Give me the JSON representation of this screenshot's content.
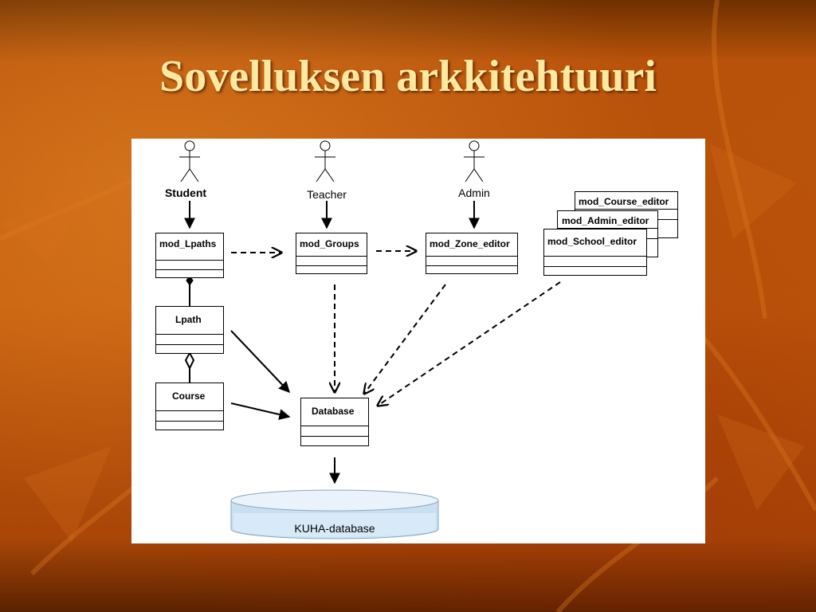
{
  "slide": {
    "title": "Sovelluksen arkkitehtuuri"
  },
  "diagram": {
    "actors": {
      "student": "Student",
      "teacher": "Teacher",
      "admin": "Admin"
    },
    "classes": {
      "mod_lpaths": "mod_Lpaths",
      "mod_groups": "mod_Groups",
      "mod_zone_editor": "mod_Zone_editor",
      "mod_course_editor": "mod_Course_editor",
      "mod_admin_editor": "mod_Admin_editor",
      "mod_school_editor": "mod_School_editor",
      "lpath": "Lpath",
      "course": "Course",
      "database": "Database"
    },
    "datastore": "KUHA-database"
  }
}
